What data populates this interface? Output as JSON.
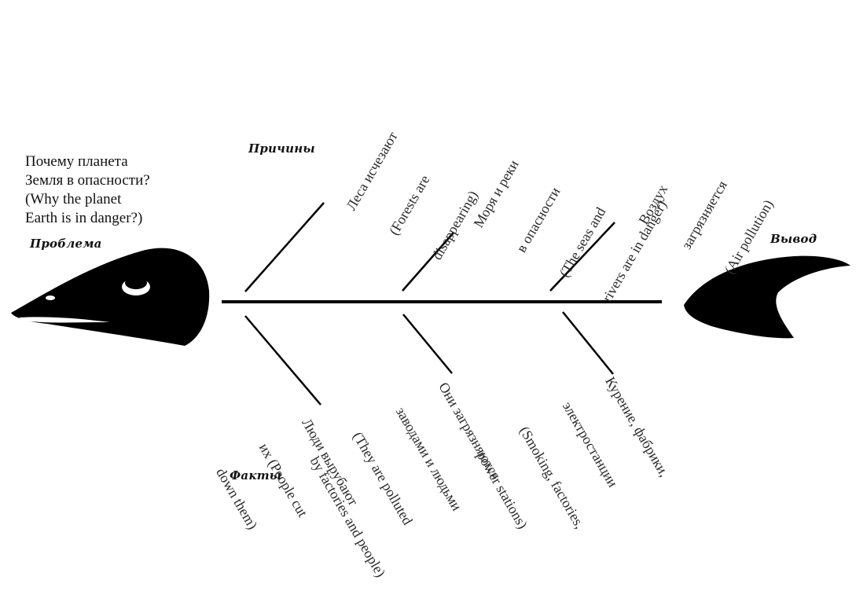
{
  "problem": {
    "heading": "Проблема",
    "question_lines": [
      "Почему планета",
      "Земля в опасности?",
      "(Why the planet",
      "Earth is in danger?)"
    ]
  },
  "causes_heading": "Причины",
  "facts_heading": "Факты",
  "conclusion_heading": "Вывод",
  "causes": [
    {
      "lines": [
        "Леса исчезают",
        "(Forests are",
        "disappearing)"
      ]
    },
    {
      "lines": [
        "Моря и реки",
        "в опасности",
        "(The seas and",
        "rivers are in danger)"
      ]
    },
    {
      "lines": [
        "Воздух",
        "загрязняется",
        "(Air pollution)"
      ]
    }
  ],
  "facts": [
    {
      "lines": [
        "Люди вырубают",
        "их (People cut",
        "down them)"
      ]
    },
    {
      "lines": [
        "Они загрязняются",
        "заводами и людьми",
        "(They are polluted",
        "by factories and people)"
      ]
    },
    {
      "lines": [
        "Курение, фабрики,",
        "электростанции",
        "(Smoking, factories,",
        "power stations)"
      ]
    }
  ],
  "colors": {
    "ink": "#000000",
    "text": "#2b2b2b"
  },
  "icons": [
    "fish-head-icon",
    "fish-tail-icon"
  ]
}
